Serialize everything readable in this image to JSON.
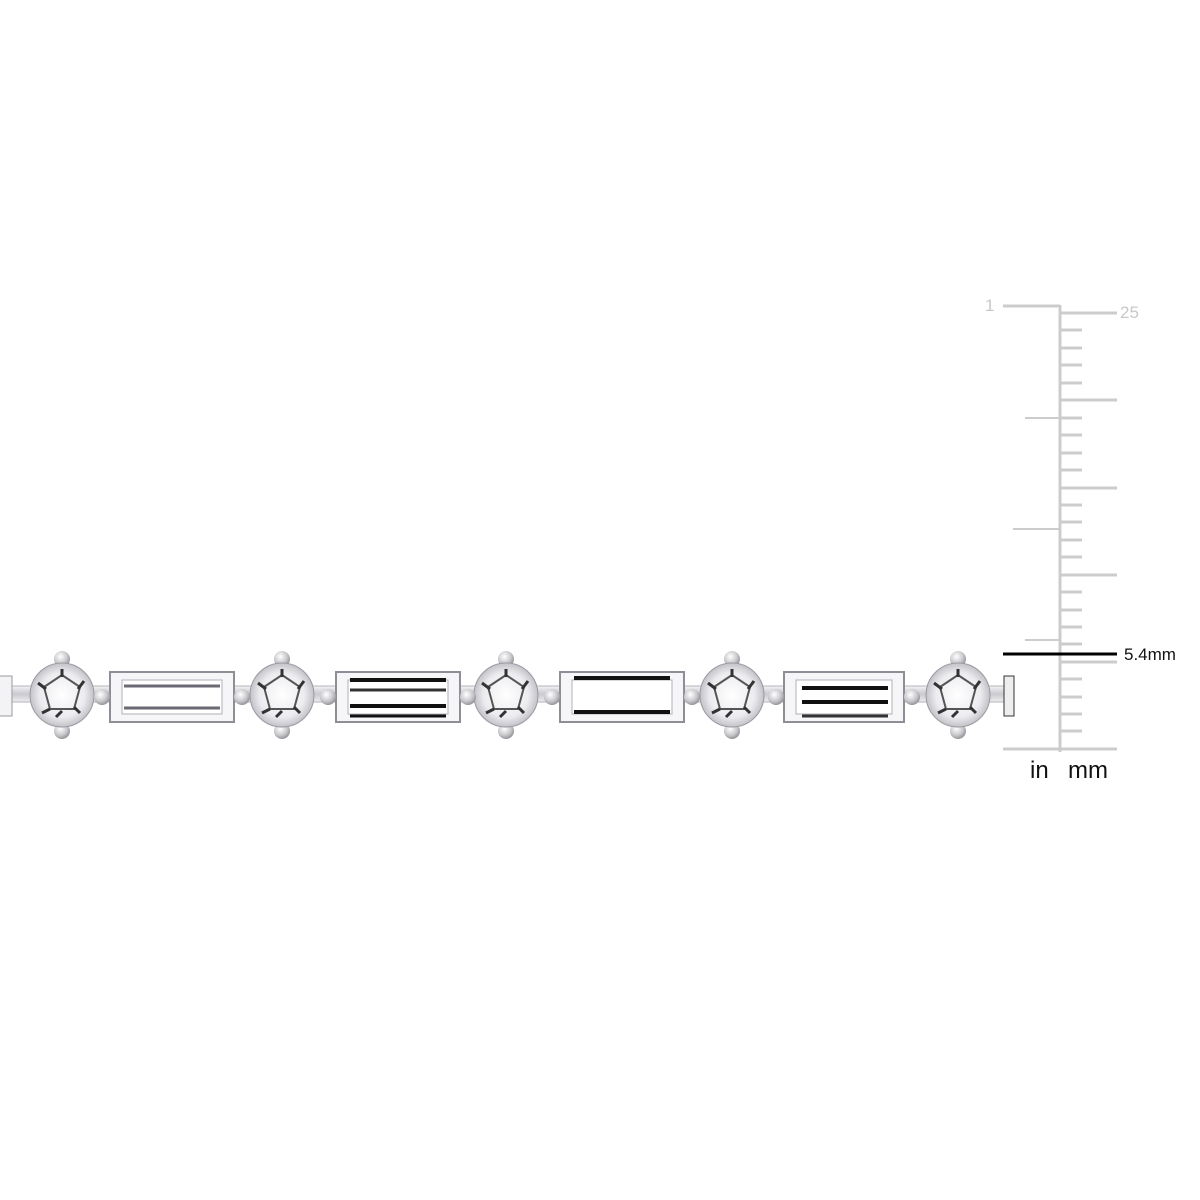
{
  "image": {
    "subject": "tennis bracelet with alternating round and baguette stones",
    "background": "#ffffff"
  },
  "ruler": {
    "inch_label": "1",
    "mm_label": "25",
    "measurement": "5.4mm",
    "unit_left": "in",
    "unit_right": "mm",
    "tick_color": "#cccccc",
    "marker_color": "#000000"
  },
  "bracelet": {
    "metal_color": "#d9d9dc",
    "stones": [
      "round",
      "baguette",
      "round",
      "baguette",
      "round",
      "baguette",
      "round",
      "baguette",
      "round"
    ]
  }
}
